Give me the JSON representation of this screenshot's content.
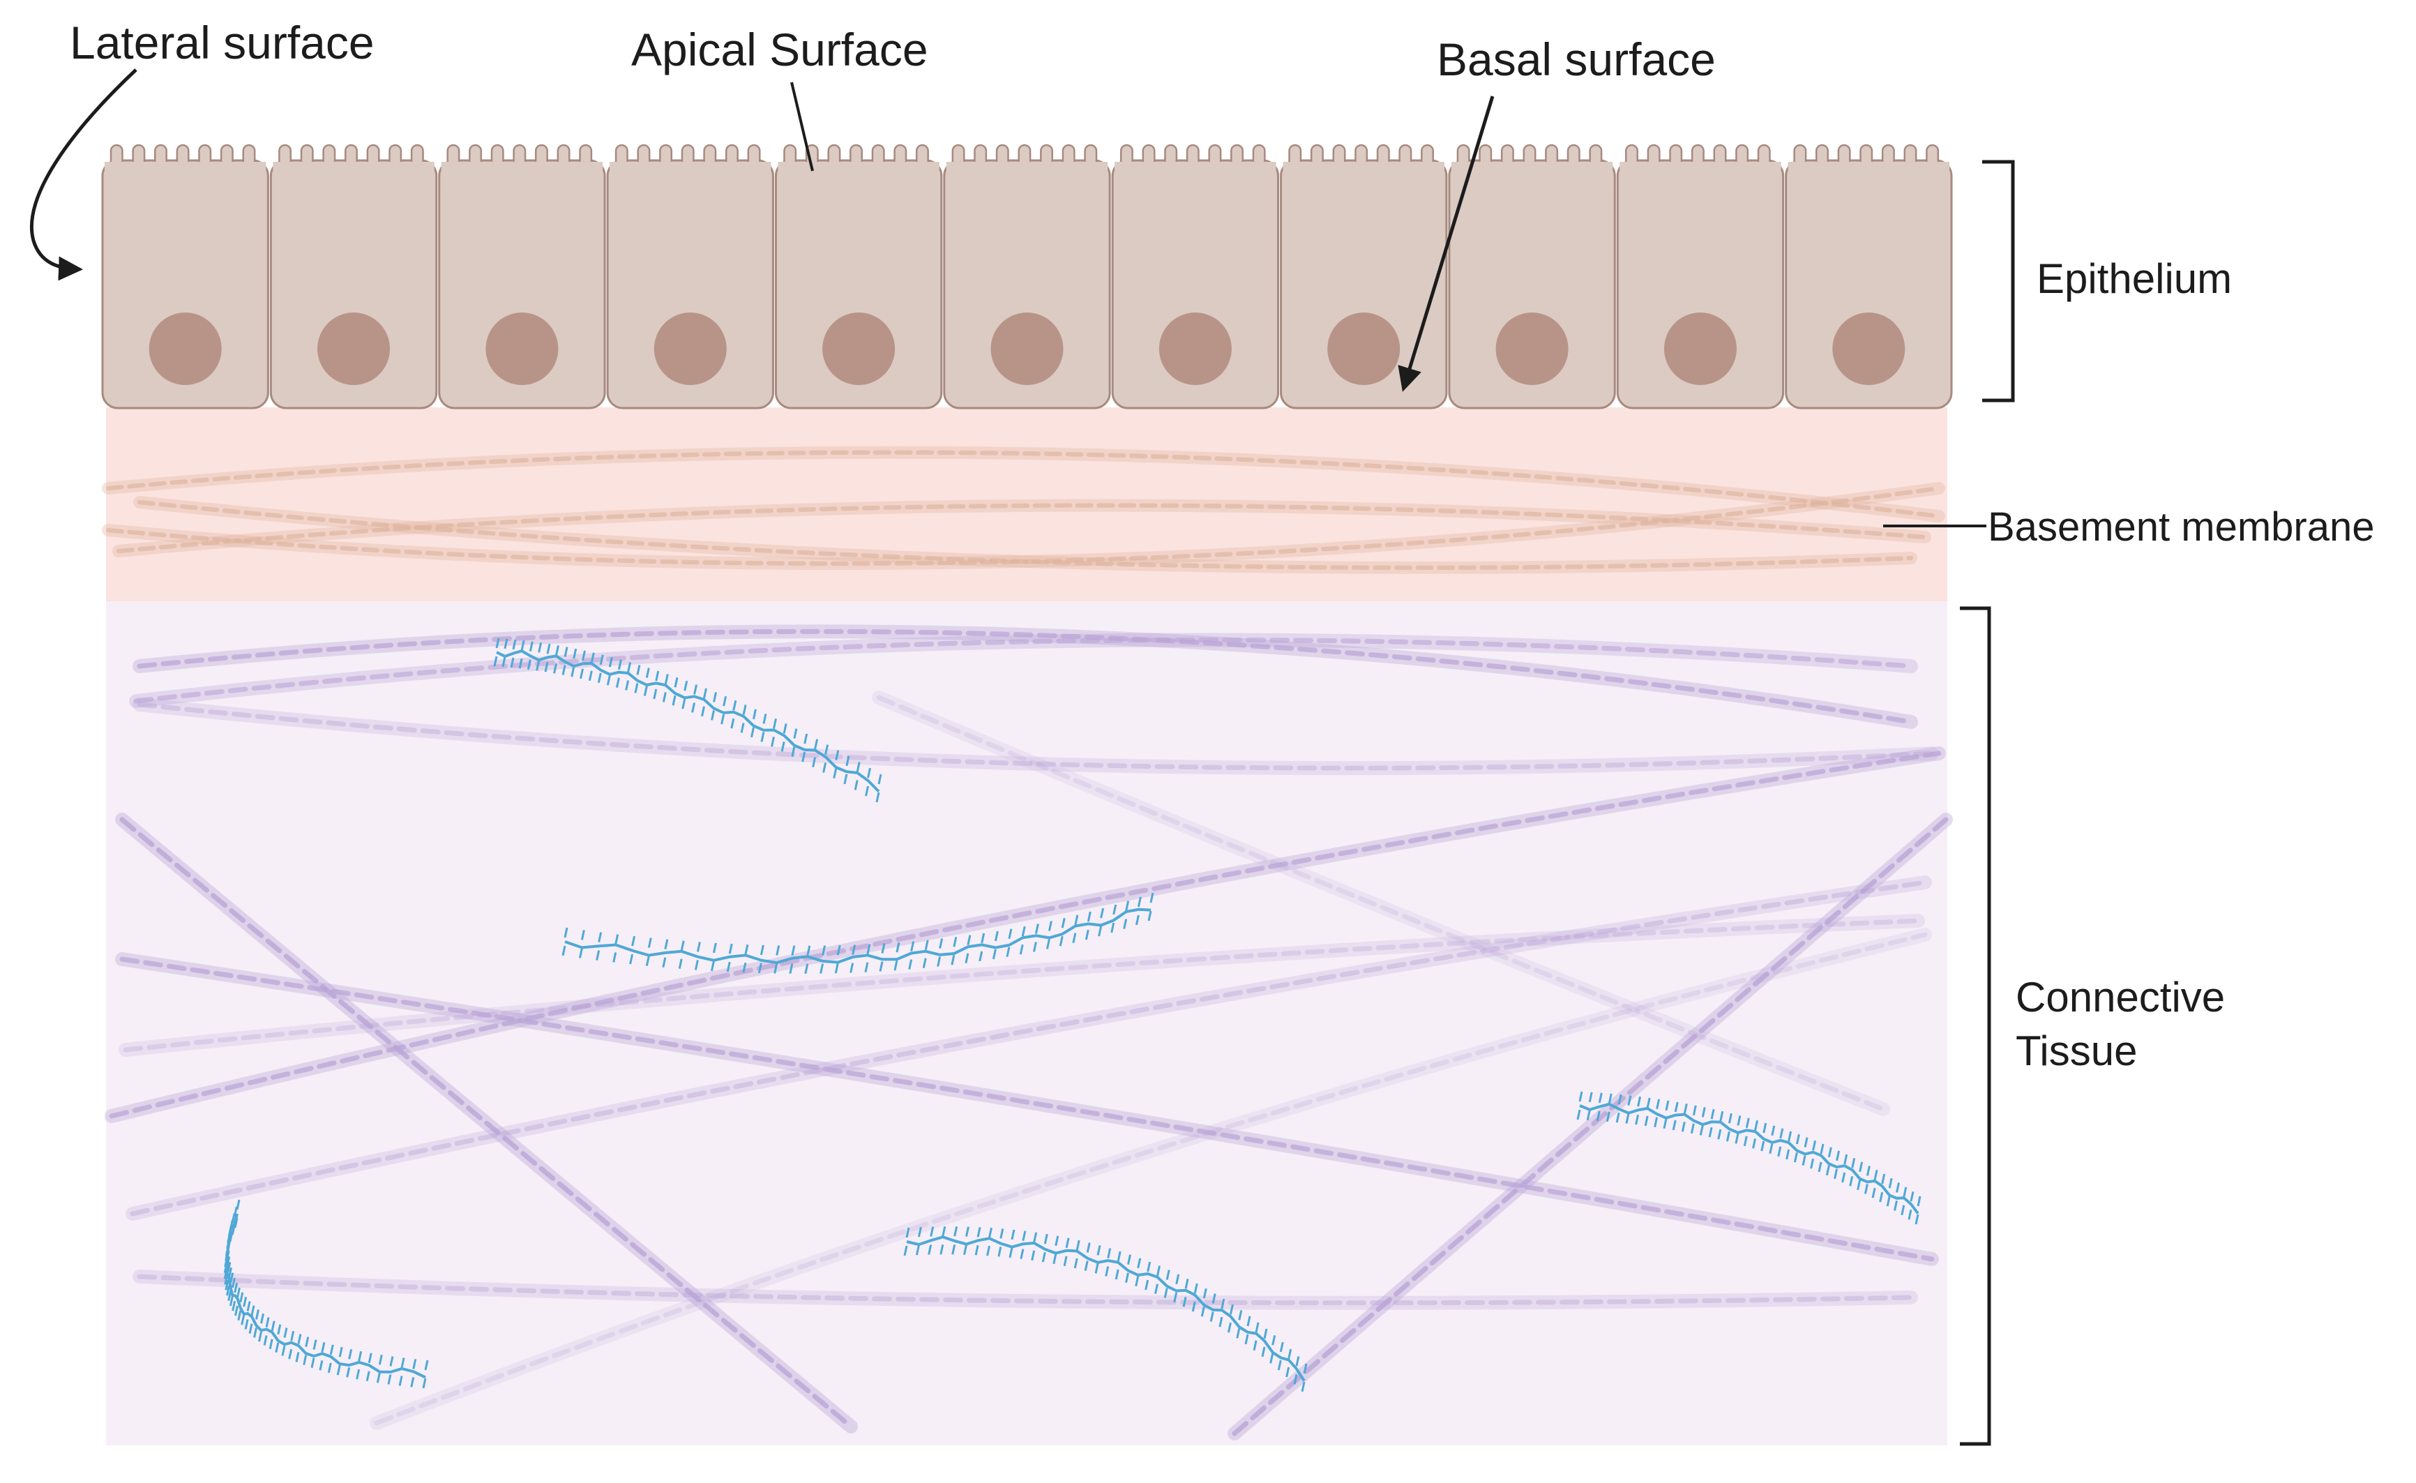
{
  "labels": {
    "lateral_surface": "Lateral surface",
    "apical_surface": "Apical Surface",
    "basal_surface": "Basal surface",
    "epithelium": "Epithelium",
    "basement_membrane": "Basement membrane",
    "connective_tissue_line1": "Connective",
    "connective_tissue_line2": "Tissue"
  },
  "epithelium": {
    "cell_count": 11,
    "microvilli_per_cell": 7
  },
  "colors": {
    "cell_fill": "#dccbc3",
    "cell_stroke": "#a78a80",
    "nucleus": "#b89488",
    "basement_membrane_band": "#fbe3df",
    "basement_membrane_fiber": "#ddb49d",
    "connective_tissue_bg": "#f6eff7",
    "collagen_fiber": "#b9a3d6",
    "elastic_fiber": "#4fa8d6",
    "leader_line": "#1c1c1c"
  },
  "icons": {
    "lateral_arrow": "curved-arrow-icon",
    "basal_arrow": "arrow-icon",
    "epithelium_bracket": "bracket-icon",
    "connective_bracket": "bracket-icon"
  }
}
